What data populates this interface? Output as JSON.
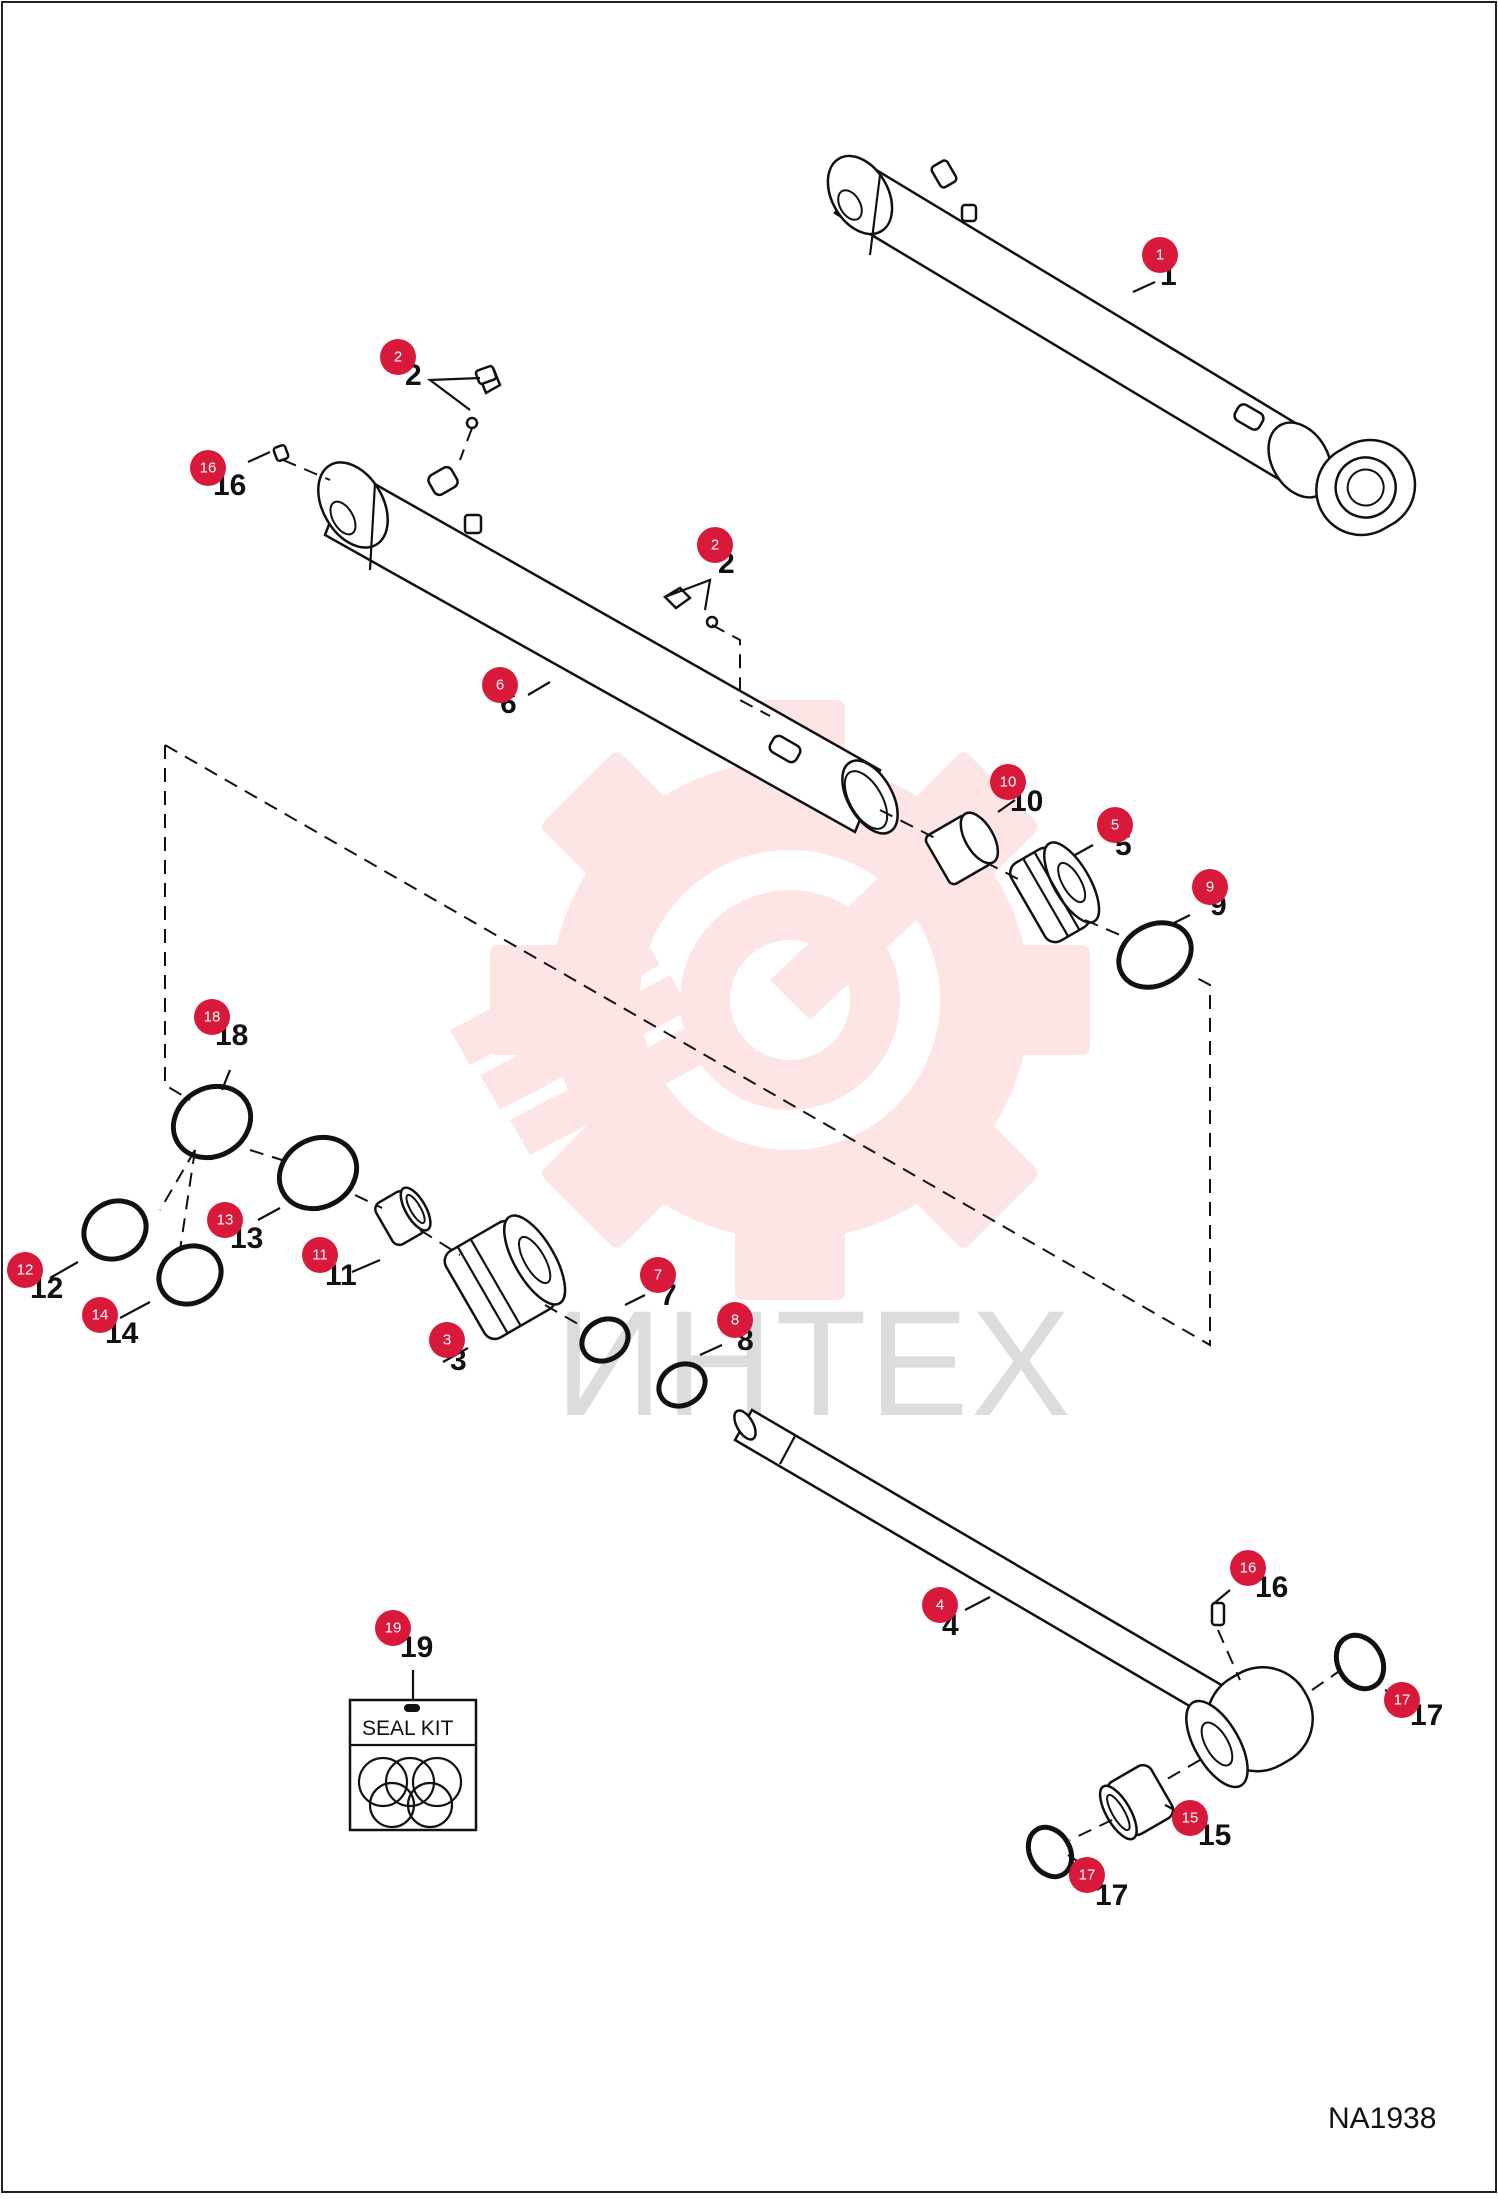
{
  "document": {
    "reference_code": "NA1938",
    "watermark_text": "ИНТЕХ",
    "seal_kit_label": "SEAL KIT"
  },
  "callouts": [
    {
      "id": "c1",
      "number": "1",
      "bubble": "1"
    },
    {
      "id": "c2a",
      "number": "2",
      "bubble": "2"
    },
    {
      "id": "c2b",
      "number": "2",
      "bubble": "2"
    },
    {
      "id": "c16a",
      "number": "16",
      "bubble": "16"
    },
    {
      "id": "c6",
      "number": "6",
      "bubble": "6"
    },
    {
      "id": "c10",
      "number": "10",
      "bubble": "10"
    },
    {
      "id": "c5",
      "number": "5",
      "bubble": "5"
    },
    {
      "id": "c9",
      "number": "9",
      "bubble": "9"
    },
    {
      "id": "c18",
      "number": "18",
      "bubble": "18"
    },
    {
      "id": "c13",
      "number": "13",
      "bubble": "13"
    },
    {
      "id": "c11",
      "number": "11",
      "bubble": "11"
    },
    {
      "id": "c12",
      "number": "12",
      "bubble": "12"
    },
    {
      "id": "c14",
      "number": "14",
      "bubble": "14"
    },
    {
      "id": "c7",
      "number": "7",
      "bubble": "7"
    },
    {
      "id": "c8",
      "number": "8",
      "bubble": "8"
    },
    {
      "id": "c3",
      "number": "3",
      "bubble": "3"
    },
    {
      "id": "c4",
      "number": "4",
      "bubble": "4"
    },
    {
      "id": "c16b",
      "number": "16",
      "bubble": "16"
    },
    {
      "id": "c19",
      "number": "19",
      "bubble": "19"
    },
    {
      "id": "c17a",
      "number": "17",
      "bubble": "17"
    },
    {
      "id": "c15",
      "number": "15",
      "bubble": "15"
    },
    {
      "id": "c17b",
      "number": "17",
      "bubble": "17"
    }
  ],
  "colors": {
    "bubble": "#d8193a",
    "watermark": "#fde3e3",
    "line": "#111111"
  }
}
